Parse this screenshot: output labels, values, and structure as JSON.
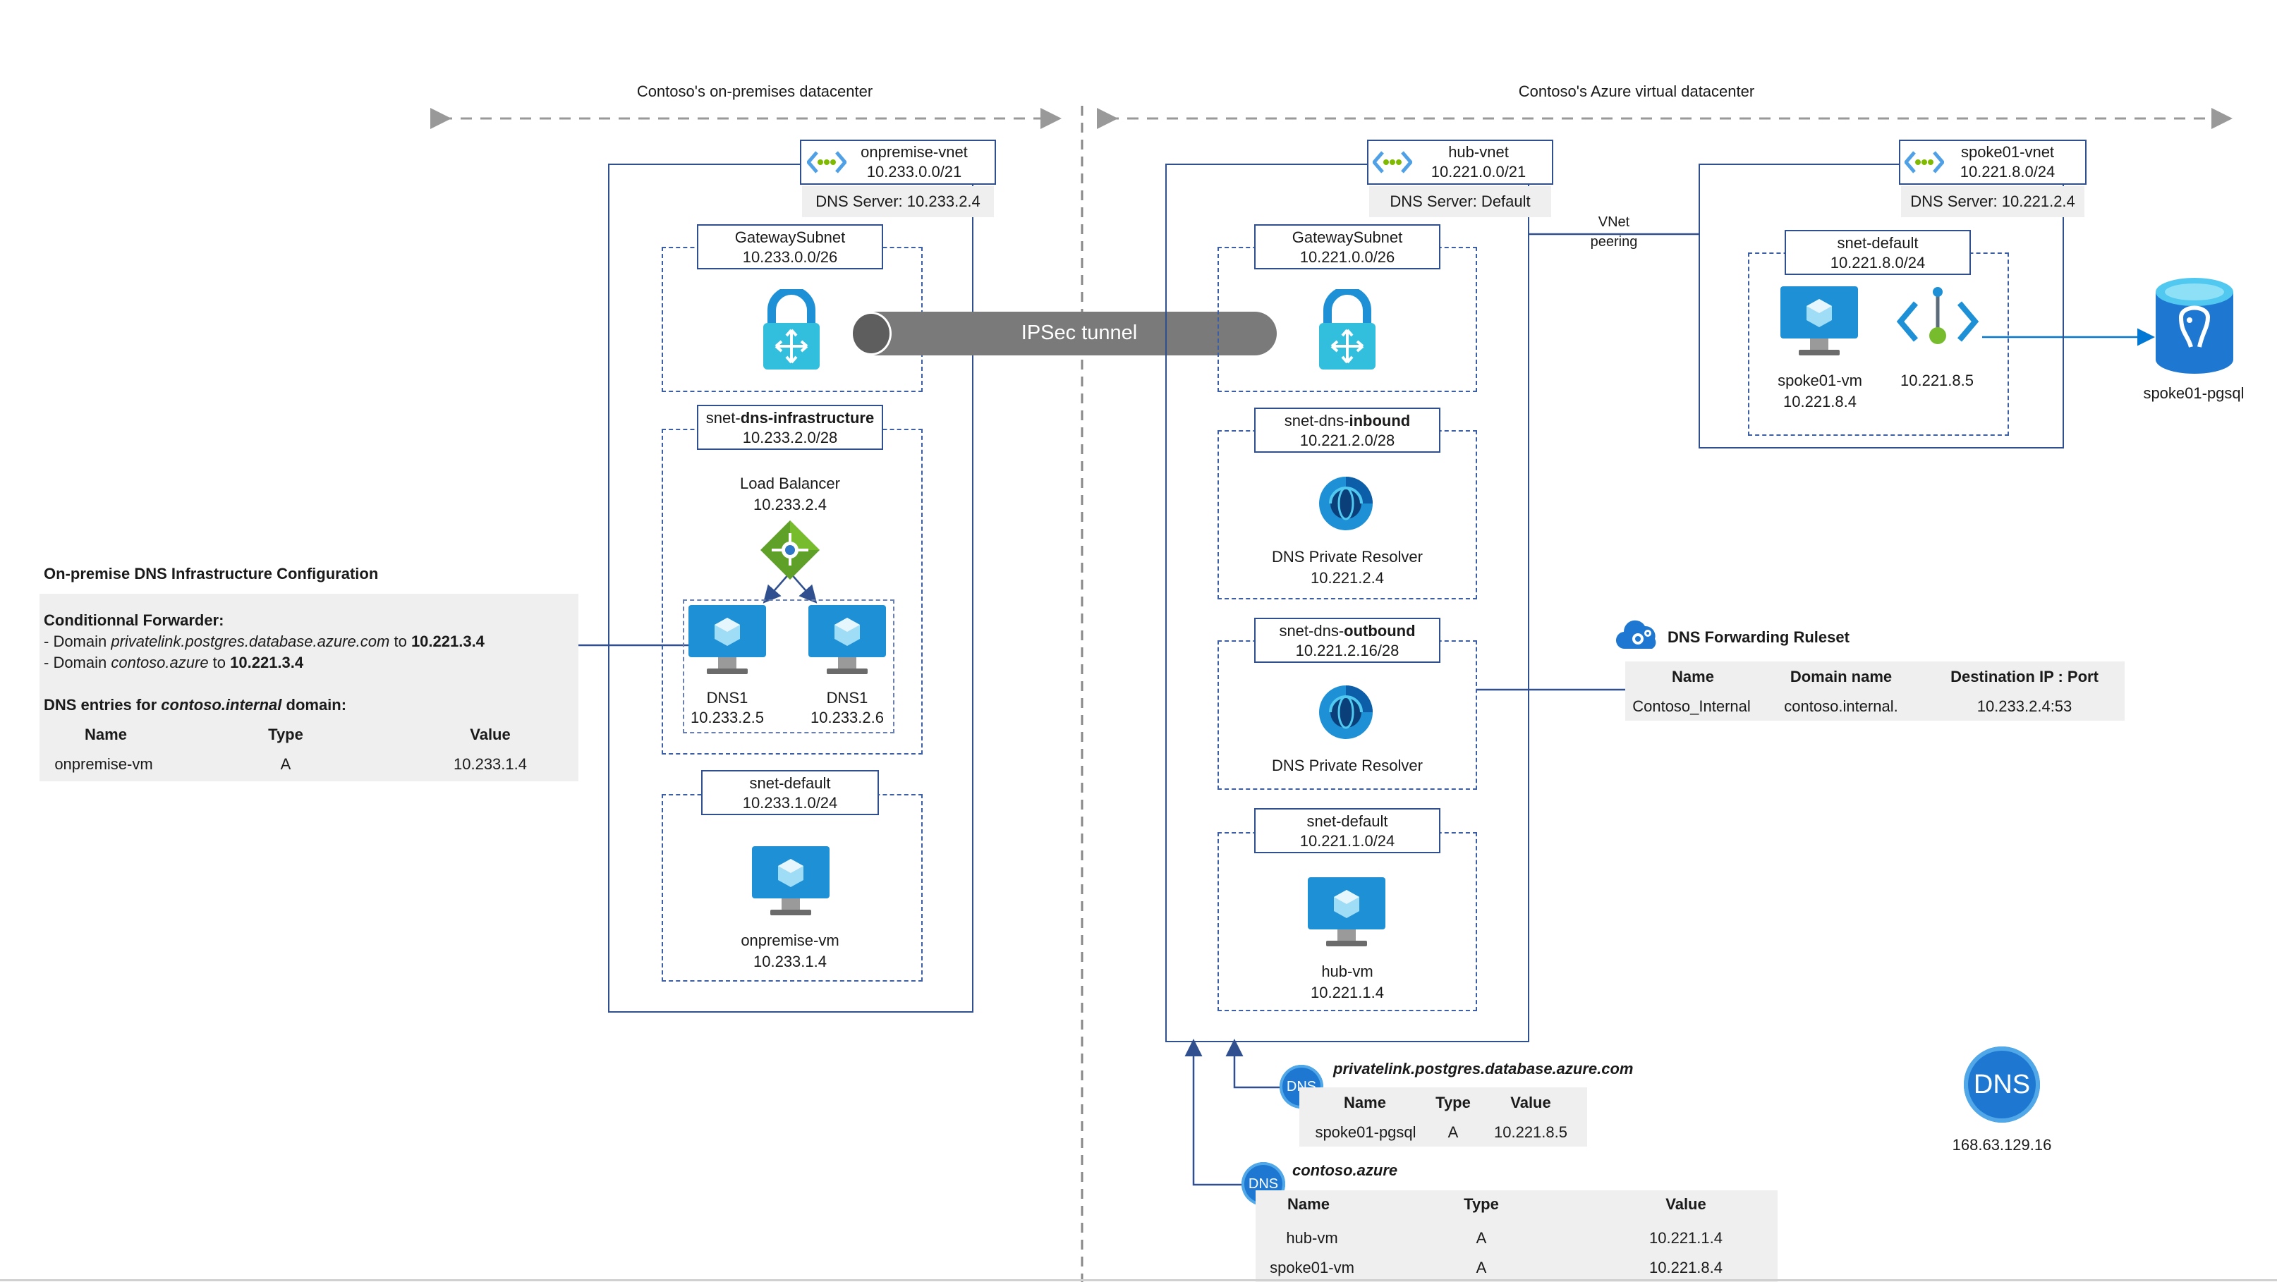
{
  "regions": {
    "onprem_title": "Contoso's on-premises datacenter",
    "azure_title": "Contoso's Azure virtual datacenter"
  },
  "onprem_vnet": {
    "name": "onpremise-vnet",
    "cidr": "10.233.0.0/21",
    "dns_server": "DNS Server: 10.233.2.4",
    "gateway_subnet": {
      "name": "GatewaySubnet",
      "cidr": "10.233.0.0/26"
    },
    "dns_infra_subnet": {
      "name_prefix": "snet-",
      "name_bold": "dns-infrastructure",
      "cidr": "10.233.2.0/28"
    },
    "load_balancer": {
      "label": "Load Balancer",
      "ip": "10.233.2.4"
    },
    "dns1_a": {
      "label": "DNS1",
      "ip": "10.233.2.5"
    },
    "dns1_b": {
      "label": "DNS1",
      "ip": "10.233.2.6"
    },
    "default_subnet": {
      "name": "snet-default",
      "cidr": "10.233.1.0/24"
    },
    "vm": {
      "label": "onpremise-vm",
      "ip": "10.233.1.4"
    }
  },
  "tunnel": {
    "label": "IPSec tunnel"
  },
  "hub_vnet": {
    "name": "hub-vnet",
    "cidr": "10.221.0.0/21",
    "dns_server": "DNS Server: Default",
    "gateway_subnet": {
      "name": "GatewaySubnet",
      "cidr": "10.221.0.0/26"
    },
    "inbound_subnet": {
      "name_prefix": "snet-dns-",
      "name_bold": "inbound",
      "cidr": "10.221.2.0/28"
    },
    "inbound_resolver": {
      "label": "DNS Private Resolver",
      "ip": "10.221.2.4"
    },
    "outbound_subnet": {
      "name_prefix": "snet-dns-",
      "name_bold": "outbound",
      "cidr": "10.221.2.16/28"
    },
    "outbound_resolver": {
      "label": "DNS Private Resolver"
    },
    "default_subnet": {
      "name": "snet-default",
      "cidr": "10.221.1.0/24"
    },
    "vm": {
      "label": "hub-vm",
      "ip": "10.221.1.4"
    }
  },
  "peering": {
    "line1": "VNet",
    "line2": "peering"
  },
  "spoke_vnet": {
    "name": "spoke01-vnet",
    "cidr": "10.221.8.0/24",
    "dns_server": "DNS Server: 10.221.2.4",
    "default_subnet": {
      "name": "snet-default",
      "cidr": "10.221.8.0/24"
    },
    "vm": {
      "label": "spoke01-vm",
      "ip": "10.221.8.4"
    },
    "private_endpoint": {
      "ip": "10.221.8.5"
    },
    "pgsql": {
      "label": "spoke01-pgsql"
    }
  },
  "onprem_config": {
    "title": "On-premise DNS Infrastructure Configuration",
    "forwarder_title": "Conditionnal Forwarder:",
    "fw1_pre": "- Domain ",
    "fw1_domain": "privatelink.postgres.database.azure.com",
    "fw1_to": " to ",
    "fw1_ip": "10.221.3.4",
    "fw2_pre": "- Domain ",
    "fw2_domain": "contoso.azure",
    "fw2_to": " to ",
    "fw2_ip": "10.221.3.4",
    "entries_pre": "DNS entries for ",
    "entries_domain": "contoso.internal",
    "entries_post": " domain:",
    "headers": [
      "Name",
      "Type",
      "Value"
    ],
    "rows": [
      [
        "onpremise-vm",
        "A",
        "10.233.1.4"
      ]
    ]
  },
  "ruleset": {
    "title": "DNS Forwarding Ruleset",
    "headers": [
      "Name",
      "Domain name",
      "Destination IP : Port"
    ],
    "rows": [
      [
        "Contoso_Internal",
        "contoso.internal.",
        "10.233.2.4:53"
      ]
    ]
  },
  "zone_privatelink": {
    "icon": "DNS",
    "title": "privatelink.postgres.database.azure.com",
    "headers": [
      "Name",
      "Type",
      "Value"
    ],
    "rows": [
      [
        "spoke01-pgsql",
        "A",
        "10.221.8.5"
      ]
    ]
  },
  "zone_contoso": {
    "icon": "DNS",
    "title": "contoso.azure",
    "headers": [
      "Name",
      "Type",
      "Value"
    ],
    "rows": [
      [
        "hub-vm",
        "A",
        "10.221.1.4"
      ],
      [
        "spoke01-vm",
        "A",
        "10.221.8.4"
      ]
    ]
  },
  "azure_dns": {
    "icon": "DNS",
    "ip": "168.63.129.16"
  },
  "colors": {
    "line": "#2f4f8f",
    "dashed": "#3c5ea5",
    "azure_blue": "#0078d4",
    "tunnel": "#7a7a7a",
    "table_bg": "#efefef"
  }
}
